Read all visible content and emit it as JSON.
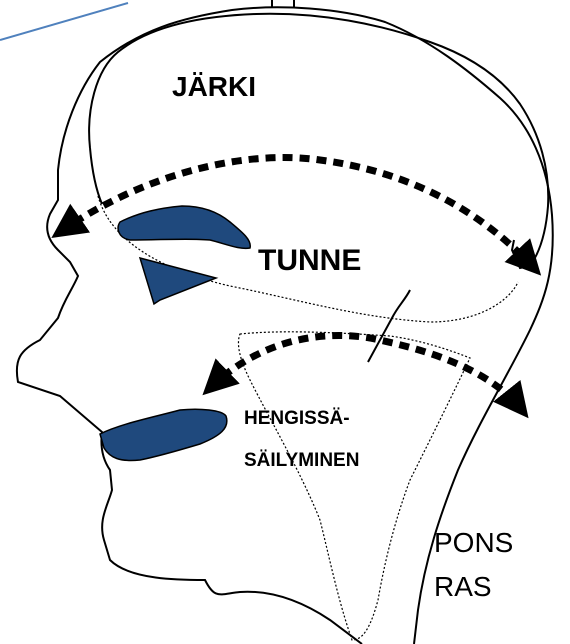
{
  "labels": {
    "jarki": "JÄRKI",
    "tunne": "TUNNE",
    "hengissa_line1": "HENGISSÄ-",
    "hengissa_line2": "SÄILYMINEN",
    "pons": "PONS",
    "ras": "RAS"
  },
  "colors": {
    "outline": "#000000",
    "fill_dark_blue": "#1f497d",
    "accent_line": "#4f81bd",
    "arrow": "#000000"
  }
}
